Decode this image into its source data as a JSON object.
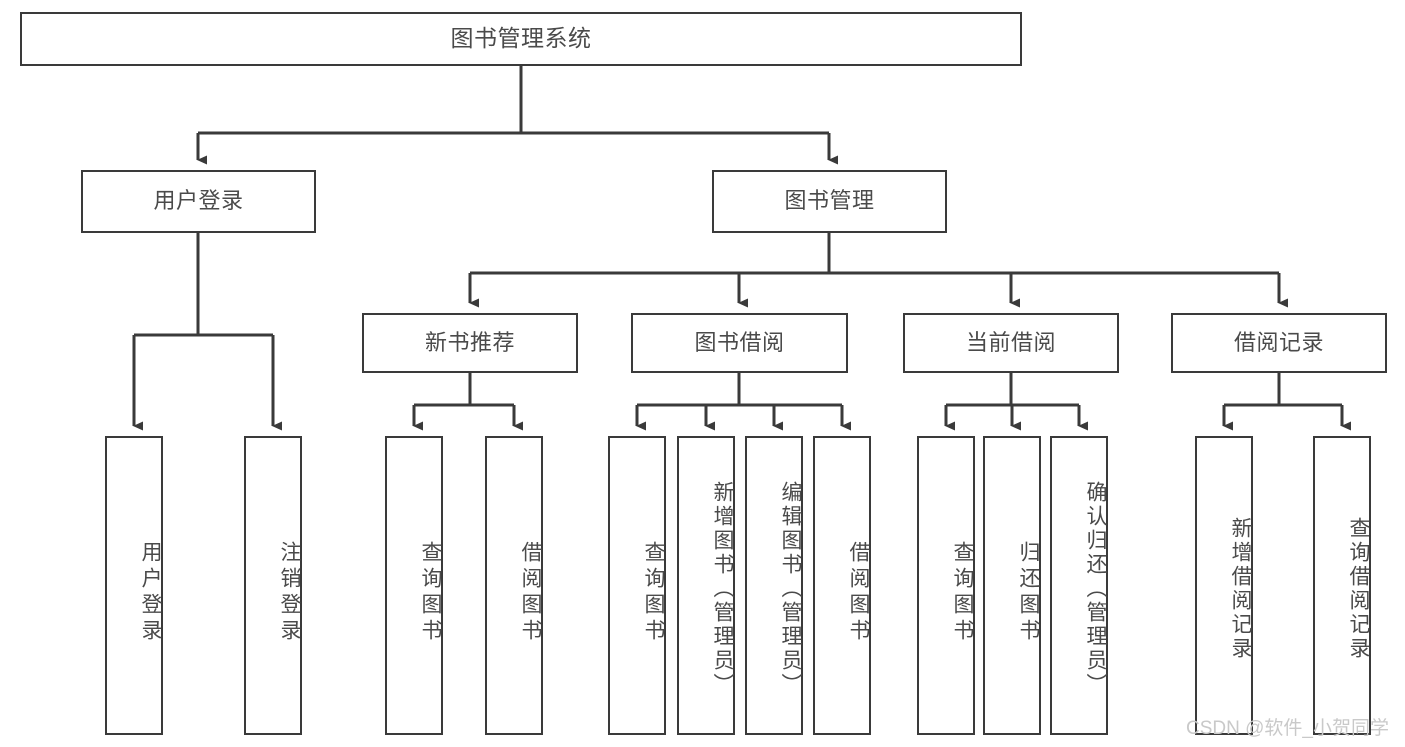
{
  "diagram": {
    "type": "tree-hierarchy",
    "title": "图书管理系统",
    "orientation": "top-down",
    "colors": {
      "box_border": "#3a3a3a",
      "box_fill": "#ffffff",
      "text": "#4a4a4a",
      "connector": "#3a3a3a",
      "watermark": "#c9c9c9",
      "background": "#ffffff"
    },
    "root": {
      "label": "图书管理系统"
    },
    "level1": [
      {
        "id": "user-login",
        "label": "用户登录"
      },
      {
        "id": "book-management",
        "label": "图书管理"
      }
    ],
    "level2": [
      {
        "id": "new-book-recommend",
        "label": "新书推荐",
        "parent": "book-management"
      },
      {
        "id": "book-borrow",
        "label": "图书借阅",
        "parent": "book-management"
      },
      {
        "id": "current-borrow",
        "label": "当前借阅",
        "parent": "book-management"
      },
      {
        "id": "borrow-record",
        "label": "借阅记录",
        "parent": "book-management"
      }
    ],
    "leaves": {
      "user_login": [
        {
          "id": "leaf-user-login",
          "label": "用户登录"
        },
        {
          "id": "leaf-logout",
          "label": "注销登录"
        }
      ],
      "new_book_recommend": [
        {
          "id": "leaf-query-book-1",
          "label": "查询图书"
        },
        {
          "id": "leaf-borrow-book-1",
          "label": "借阅图书"
        }
      ],
      "book_borrow": [
        {
          "id": "leaf-query-book-2",
          "label": "查询图书"
        },
        {
          "id": "leaf-add-book",
          "label": "新增图书（管理员）"
        },
        {
          "id": "leaf-edit-book",
          "label": "编辑图书（管理员）"
        },
        {
          "id": "leaf-borrow-book-2",
          "label": "借阅图书"
        }
      ],
      "current_borrow": [
        {
          "id": "leaf-query-book-3",
          "label": "查询图书"
        },
        {
          "id": "leaf-return-book",
          "label": "归还图书"
        },
        {
          "id": "leaf-confirm-return",
          "label": "确认归还（管理员）"
        }
      ],
      "borrow_record": [
        {
          "id": "leaf-add-record",
          "label": "新增借阅记录"
        },
        {
          "id": "leaf-query-record",
          "label": "查询借阅记录"
        }
      ]
    }
  },
  "watermark": {
    "text": "CSDN @软件_小贺同学"
  }
}
